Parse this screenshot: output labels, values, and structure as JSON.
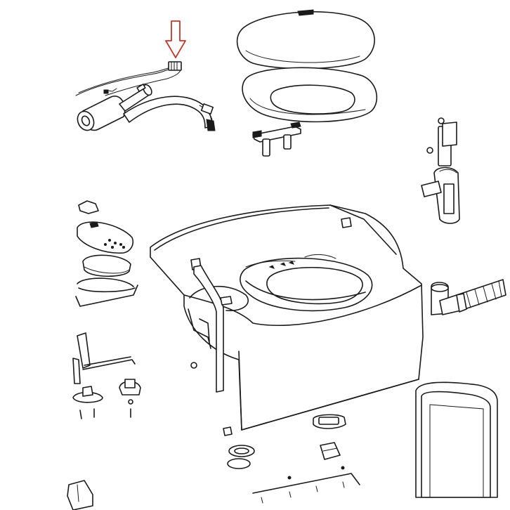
{
  "diagram": {
    "type": "exploded-parts-view",
    "subject": "toilet assembly",
    "highlight": {
      "icon": "arrow-down-icon",
      "color": "#c0392b",
      "target": "wiring-harness-connector"
    },
    "line_color": "#1a1a1a",
    "background": "#ffffff"
  }
}
